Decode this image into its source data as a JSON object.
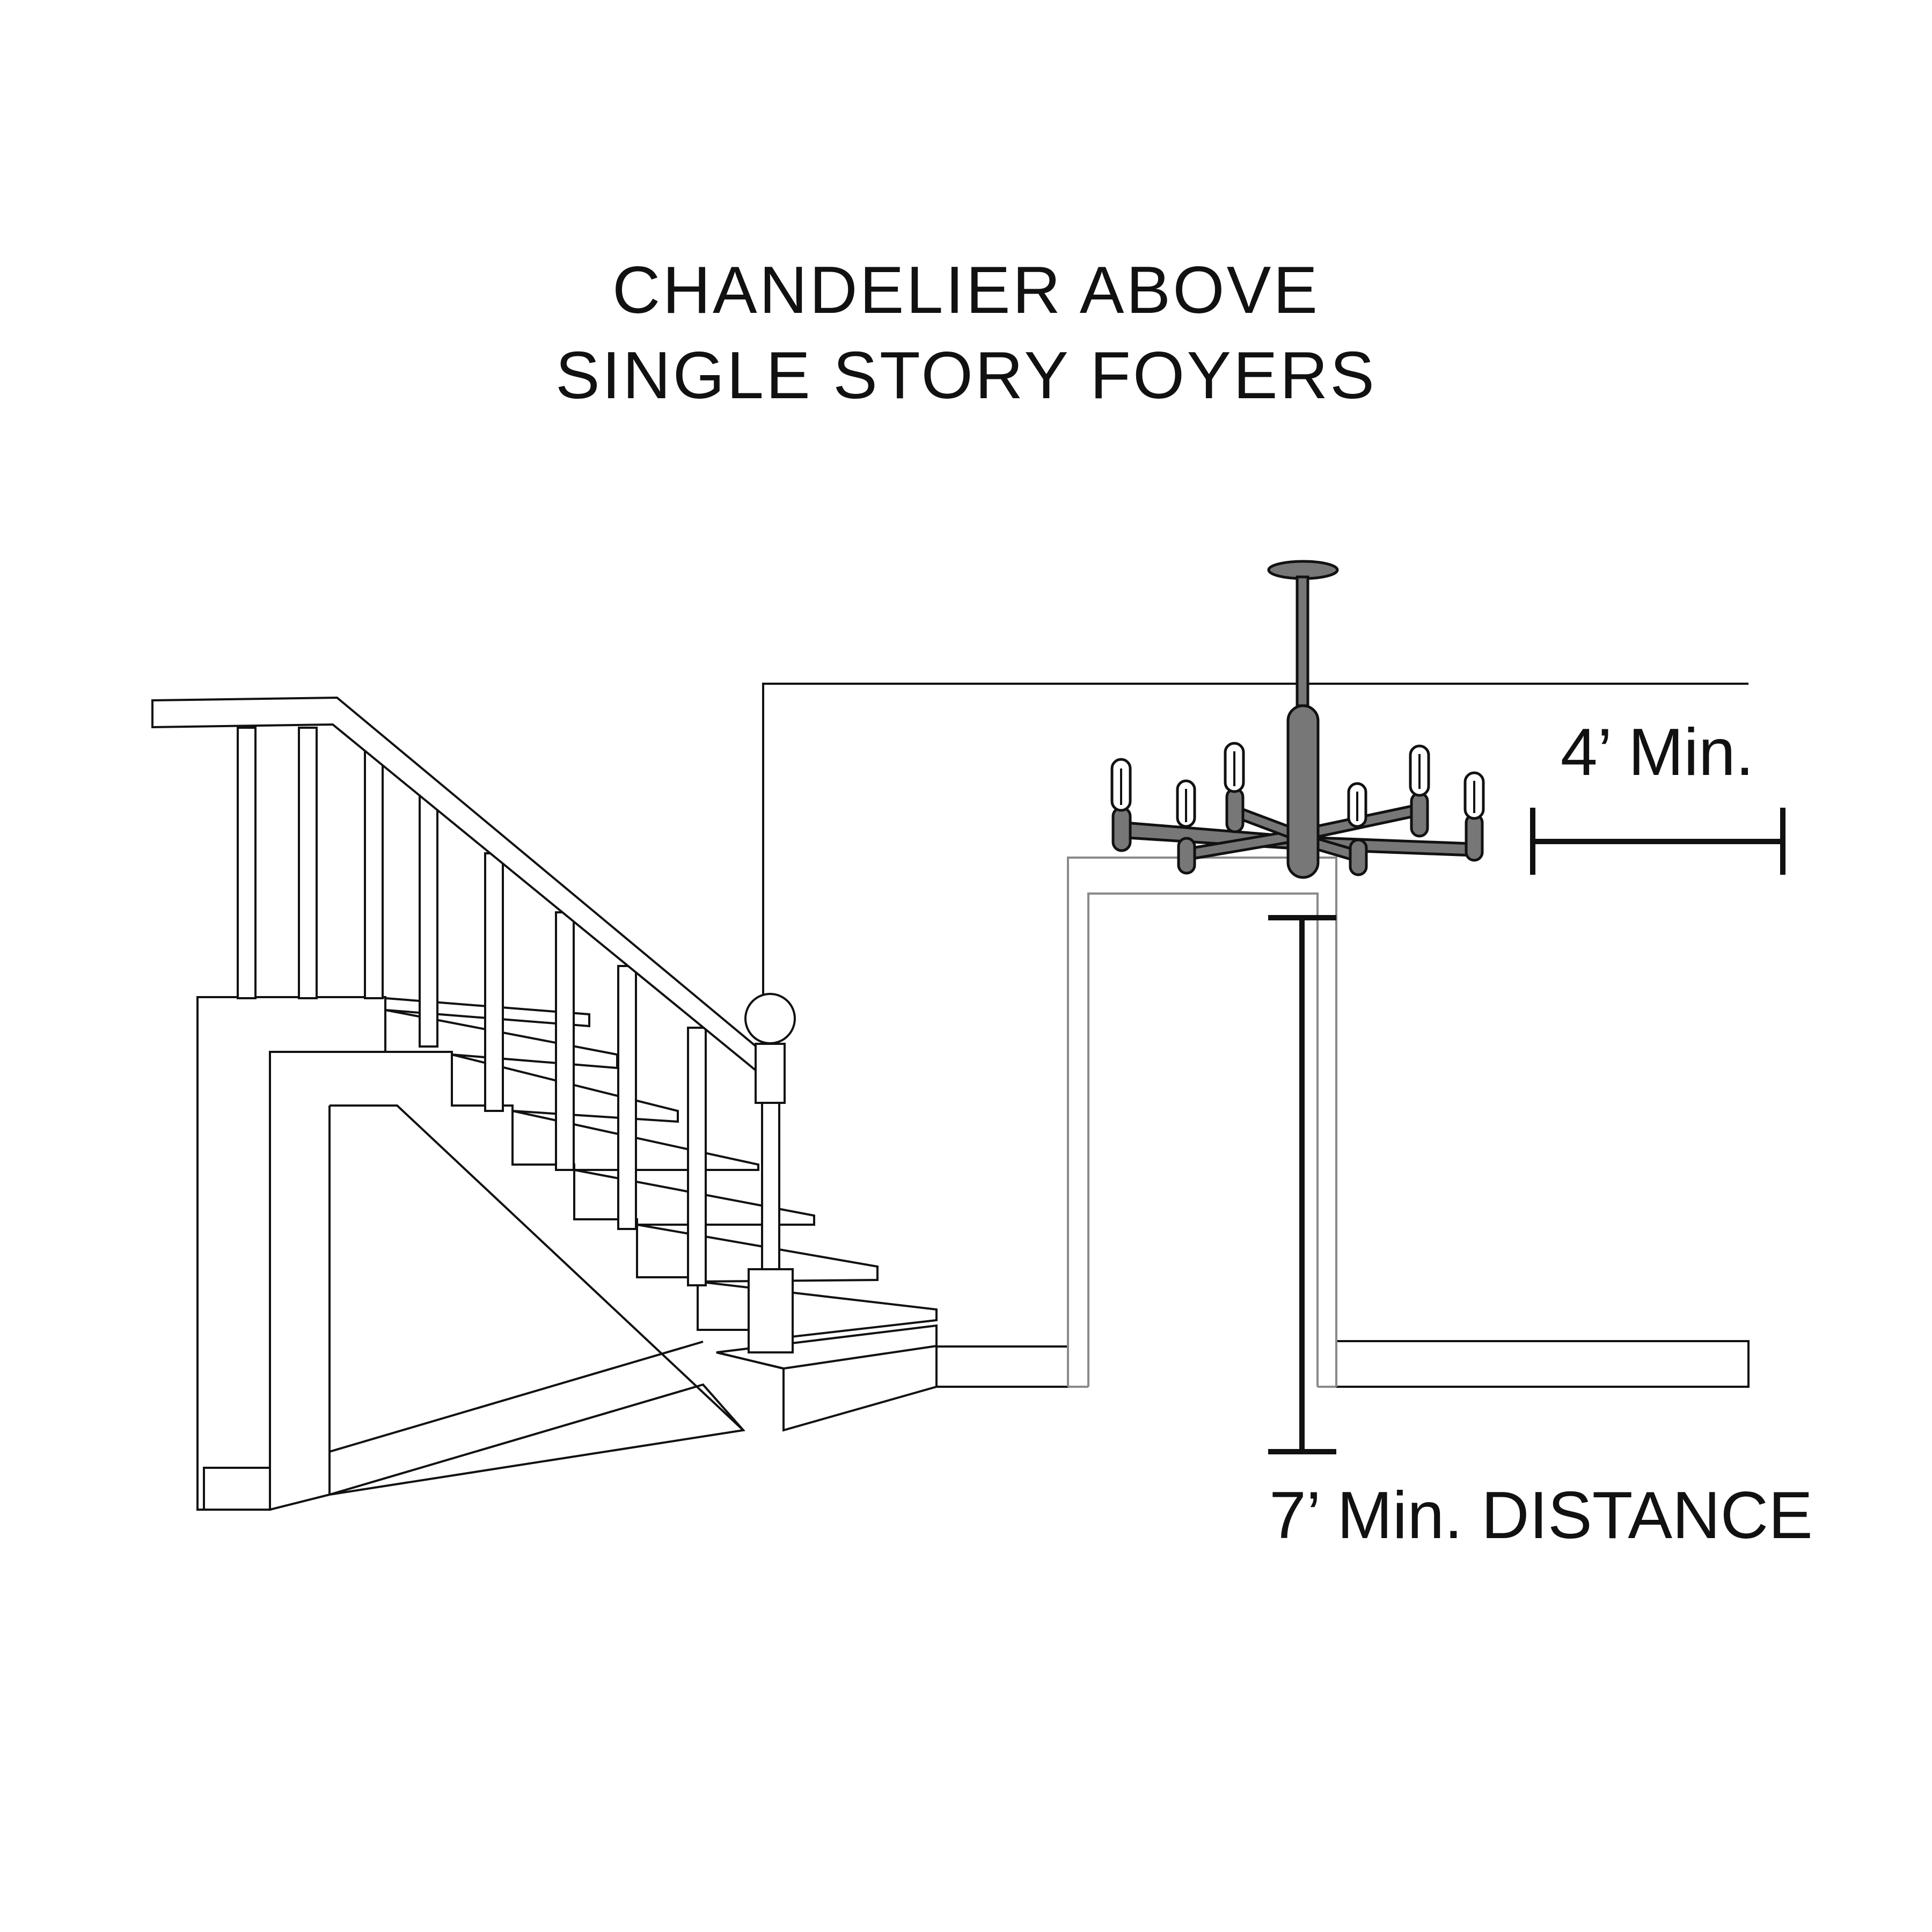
{
  "title": {
    "line1": "CHANDELIER ABOVE",
    "line2": "SINGLE STORY FOYERS"
  },
  "dimensions": {
    "horizontal_label": "4’ Min.",
    "vertical_label": "7’ Min. DISTANCE"
  }
}
